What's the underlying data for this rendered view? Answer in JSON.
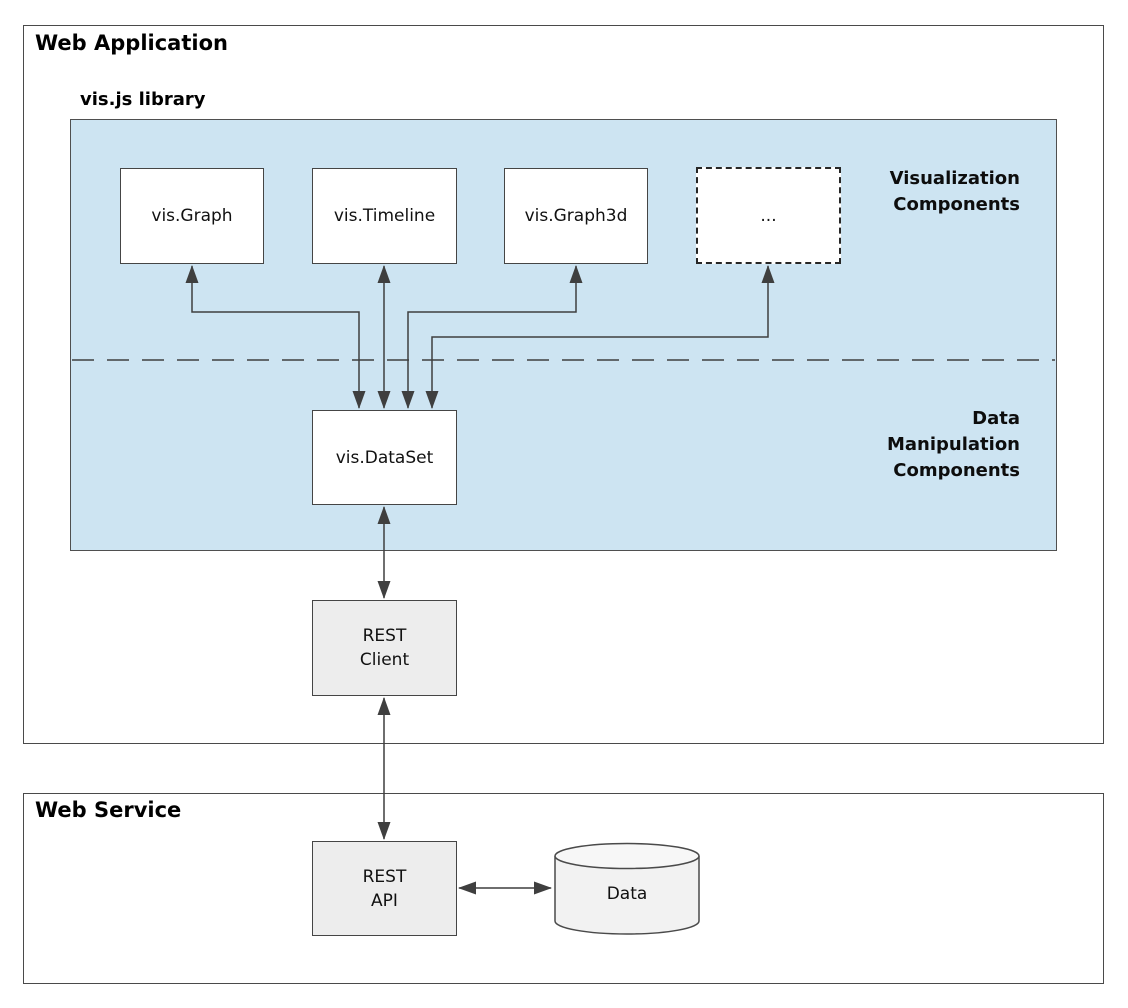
{
  "colors": {
    "library_panel_fill": "#cde4f2",
    "component_box_fill": "#ffffff",
    "rest_box_fill": "#ededed",
    "cylinder_fill": "#f2f2f2",
    "border": "#454545",
    "connector": "#3f3f3f",
    "text": "#111111",
    "title": "#000000"
  },
  "web_application": {
    "title": "Web Application",
    "library_label": "vis.js library",
    "component_boxes": [
      {
        "label": "vis.Graph"
      },
      {
        "label": "vis.Timeline"
      },
      {
        "label": "vis.Graph3d"
      },
      {
        "label": "..."
      }
    ],
    "visualization_caption": {
      "line1": "Visualization",
      "line2": "Components"
    },
    "manipulation_caption": {
      "line1": "Data",
      "line2": "Manipulation",
      "line3": "Components"
    },
    "dataset_label": "vis.DataSet",
    "rest_client": {
      "line1": "REST",
      "line2": "Client"
    }
  },
  "web_service": {
    "title": "Web Service",
    "rest_api": {
      "line1": "REST",
      "line2": "API"
    },
    "data_store_label": "Data"
  }
}
